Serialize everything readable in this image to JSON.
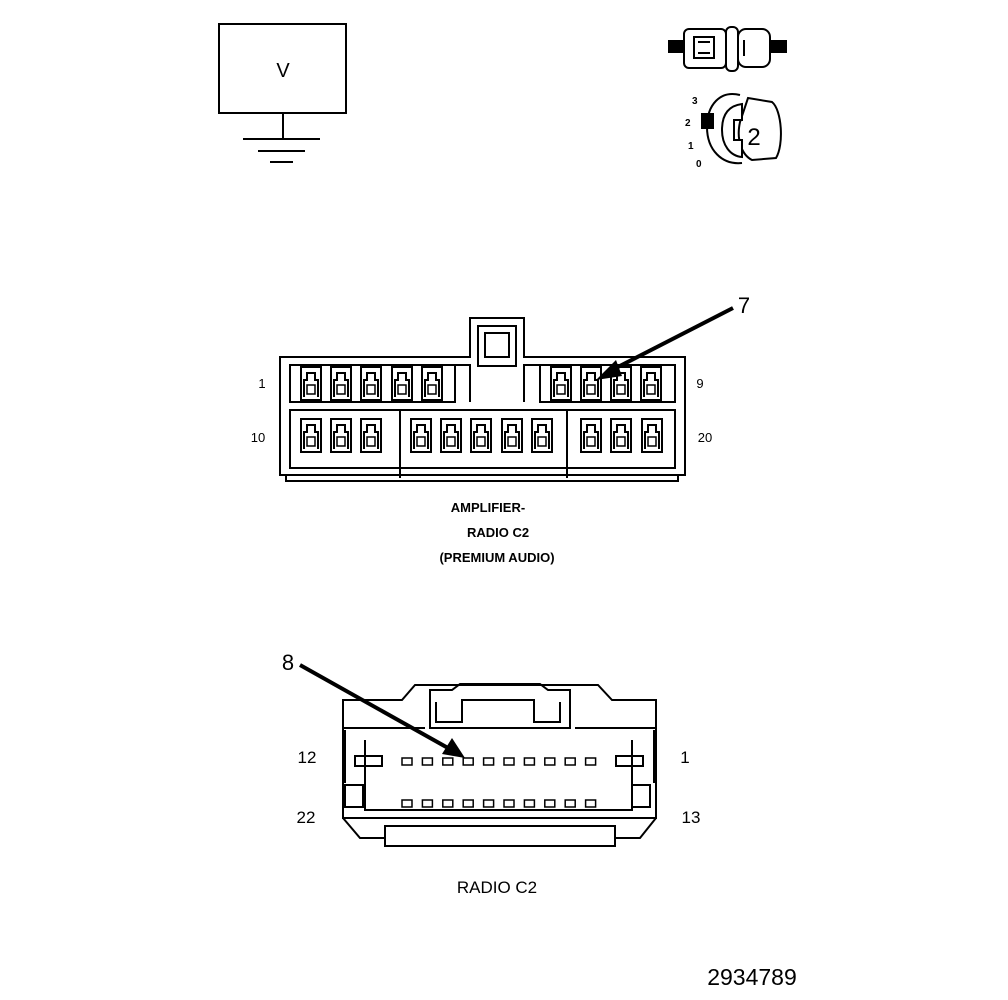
{
  "voltmeter": {
    "symbol": "V"
  },
  "ignition_switch": {
    "positions": [
      "3",
      "2",
      "1",
      "0"
    ],
    "key_label": "2"
  },
  "amplifier_connector": {
    "callout": "7",
    "pin_labels": {
      "top_left": "1",
      "top_right": "9",
      "bottom_left": "10",
      "bottom_right": "20"
    },
    "caption": [
      "AMPLIFIER-",
      "RADIO C2",
      "(PREMIUM AUDIO)"
    ]
  },
  "radio_connector": {
    "callout": "8",
    "pin_labels": {
      "top_left": "12",
      "top_right": "1",
      "bottom_left": "22",
      "bottom_right": "13"
    },
    "caption": "RADIO C2"
  },
  "figure_number": "2934789",
  "colors": {
    "ink": "#000000",
    "background": "#ffffff",
    "shading": "#d8d8d8"
  }
}
